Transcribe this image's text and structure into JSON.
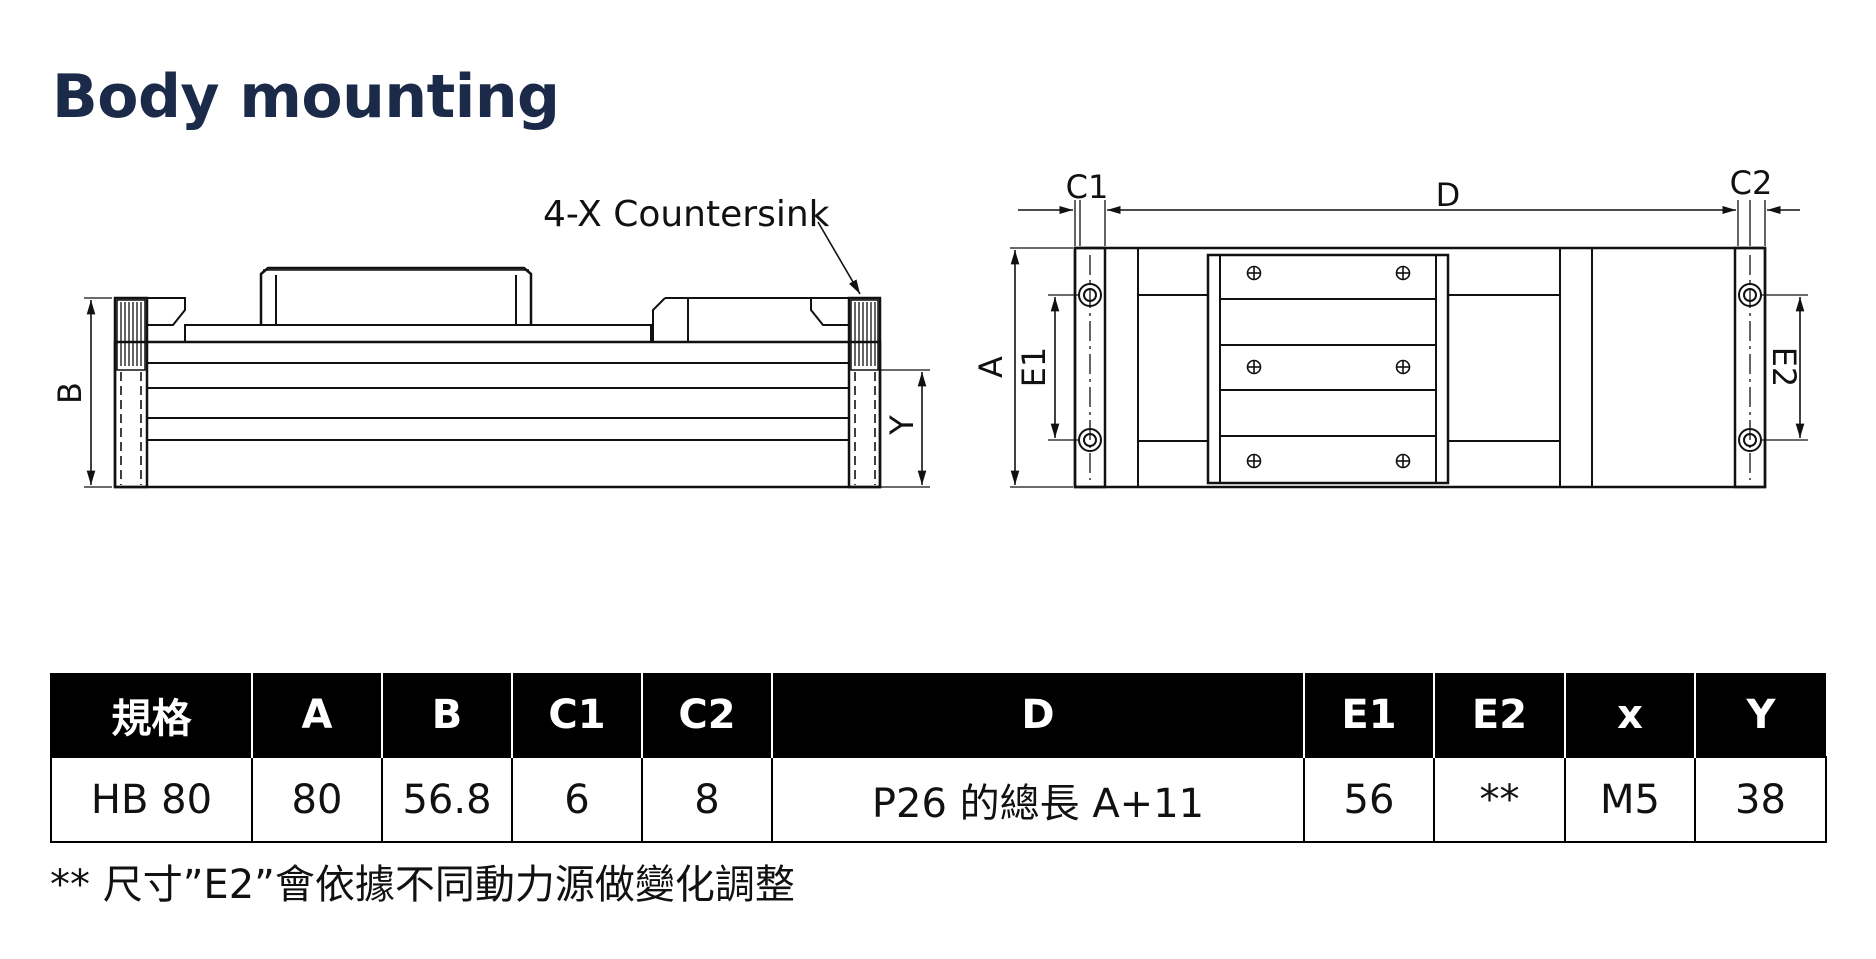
{
  "title": "Body mounting",
  "drawing": {
    "callout": "4-X Countersink",
    "side_view_labels": {
      "B": "B",
      "Y": "Y"
    },
    "top_view_labels": {
      "C1": "C1",
      "D": "D",
      "C2": "C2",
      "A": "A",
      "E1": "E1",
      "E2": "E2"
    }
  },
  "table": {
    "headers": [
      "規格",
      "A",
      "B",
      "C1",
      "C2",
      "D",
      "E1",
      "E2",
      "x",
      "Y"
    ],
    "rows": [
      [
        "HB 80",
        "80",
        "56.8",
        "6",
        "8",
        "P26 的總長 A+11",
        "56",
        "**",
        "M5",
        "38"
      ]
    ]
  },
  "note": "** 尺寸”E2”會依據不同動力源做變化調整"
}
